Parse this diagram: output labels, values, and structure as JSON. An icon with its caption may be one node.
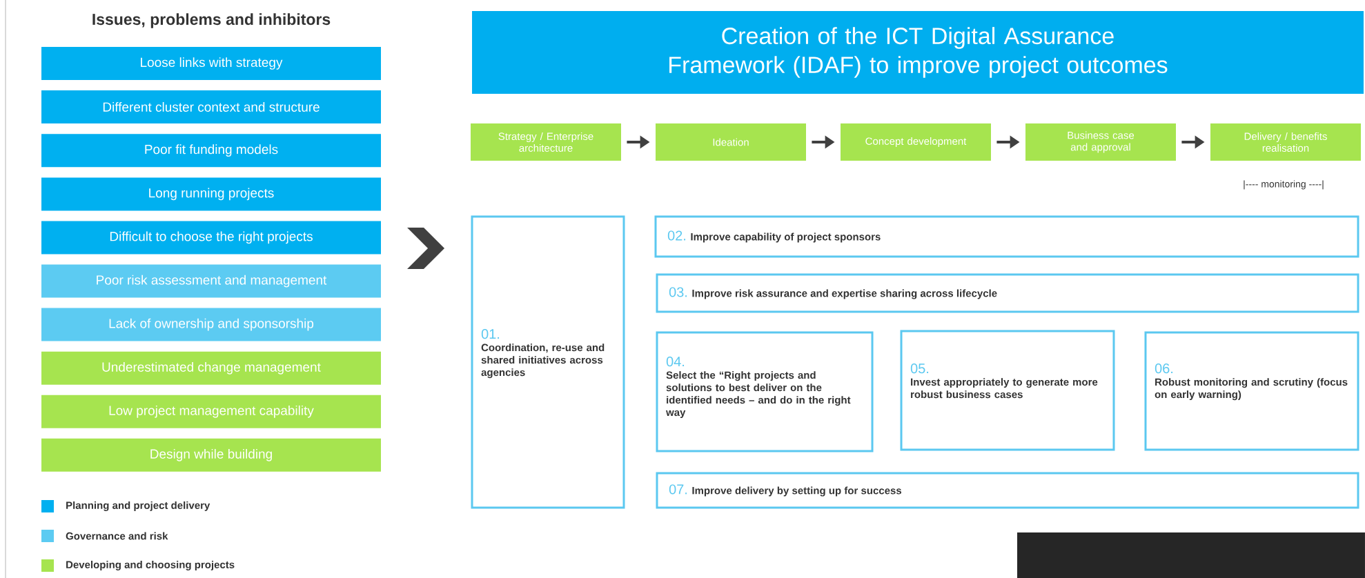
{
  "diagram": {
    "nodes": [
      {
        "text": [
          "Creation of the ICT Digital Assurance Framework (IDAF) to improve project outcomes"
        ]
      },
      {
        "text": [
          "Loose links with strategy"
        ]
      },
      {
        "text": [
          "Different cluster context and structure"
        ]
      },
      {
        "text": [
          "Poor fit funding models"
        ]
      },
      {
        "text": [
          "Long running projects"
        ]
      },
      {
        "text": [
          "Difficult to choose the right projects"
        ]
      },
      {
        "text": [
          "Poor risk assessment and management"
        ]
      },
      {
        "text": [
          "Lack of ownership and sponsorship"
        ]
      },
      {
        "text": [
          "Underestimated change management"
        ]
      },
      {
        "text": [
          "Low project management capability"
        ]
      },
      {
        "text": [
          "Design while building"
        ]
      },
      {
        "text": [
          "Strategy / Enterprise architecture"
        ]
      },
      {
        "text": [
          "Ideation"
        ]
      },
      {
        "text": [
          "Concept development"
        ]
      },
      {
        "text": [
          "Business case and approval"
        ]
      },
      {
        "text": [
          "Delivery / benefits realisation"
        ]
      },
      {
        "text": [
          "01.",
          "Coordination, re-use and shared initiatives across agencies"
        ]
      },
      {
        "text": [
          "02.",
          "Improve capability of project sponsors"
        ]
      },
      {
        "text": [
          "03.",
          "Improve risk assurance and expertise sharing across lifecycle"
        ]
      },
      {
        "text": [
          "04.",
          "Select the “Right projects and solutions to best deliver on the identified needs – and do in the right way"
        ]
      },
      {
        "text": [
          "05.",
          "Invest appropriately to generate more robust business cases"
        ]
      },
      {
        "text": [
          "06.",
          "Robust monitoring and scrutiny (focus on early warning)"
        ]
      },
      {
        "text": [
          "07.",
          "Improve delivery by setting up for success"
        ]
      },
      {
        "text": [],
        "shape": "box"
      }
    ],
    "edges": [
      {
        "from": 11,
        "to": 12,
        "arrow": "to"
      },
      {
        "from": 12,
        "to": 13,
        "arrow": "to"
      },
      {
        "from": 13,
        "to": 14,
        "arrow": "to"
      },
      {
        "from": 14,
        "to": 15,
        "arrow": "to"
      }
    ],
    "labels": [
      "Issues, problems and inhibitors",
      "|----   monitoring   ----|"
    ],
    "legend": [
      {
        "text": "Planning and project delivery",
        "color": "#00b0f0"
      },
      {
        "text": "Governance and risk",
        "color": "#5ccbf2"
      },
      {
        "text": "Developing and choosing projects",
        "color": "#a6e44f"
      }
    ]
  }
}
